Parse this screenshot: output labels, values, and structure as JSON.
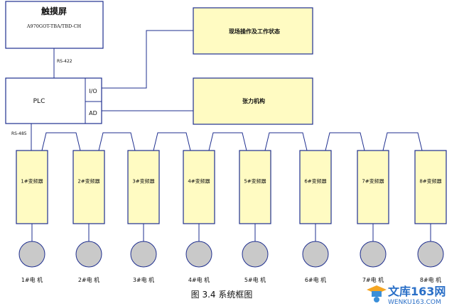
{
  "touchscreen": {
    "title": "触摸屏",
    "model": "A970GOT-TBA/TBD-CH"
  },
  "link_rs422": "RS-422",
  "plc": {
    "label": "PLC",
    "io_label": "I/O",
    "ad_label": "AD"
  },
  "link_rs485": "RS-485",
  "site_panel": {
    "label": "现场操作及工作状态"
  },
  "tension_unit": {
    "label": "张力机构"
  },
  "inverters": [
    "1#变频器",
    "2#变频器",
    "3#变频器",
    "4#变频器",
    "5#变频器",
    "6#变频器",
    "7#变频器",
    "8#变频器"
  ],
  "motors": [
    "1#电 机",
    "2#电 机",
    "3#电 机",
    "4#电 机",
    "5#电 机",
    "6#电 机",
    "7#电 机",
    "8#电 机"
  ],
  "caption": "图 3.4 系统框图",
  "watermark": {
    "brand": "文库163网",
    "url": "WENKU163.COM"
  },
  "colors": {
    "line": "#1f2f8f",
    "box_fill": "#fffbc2",
    "motor_fill": "#c9c9c9"
  }
}
